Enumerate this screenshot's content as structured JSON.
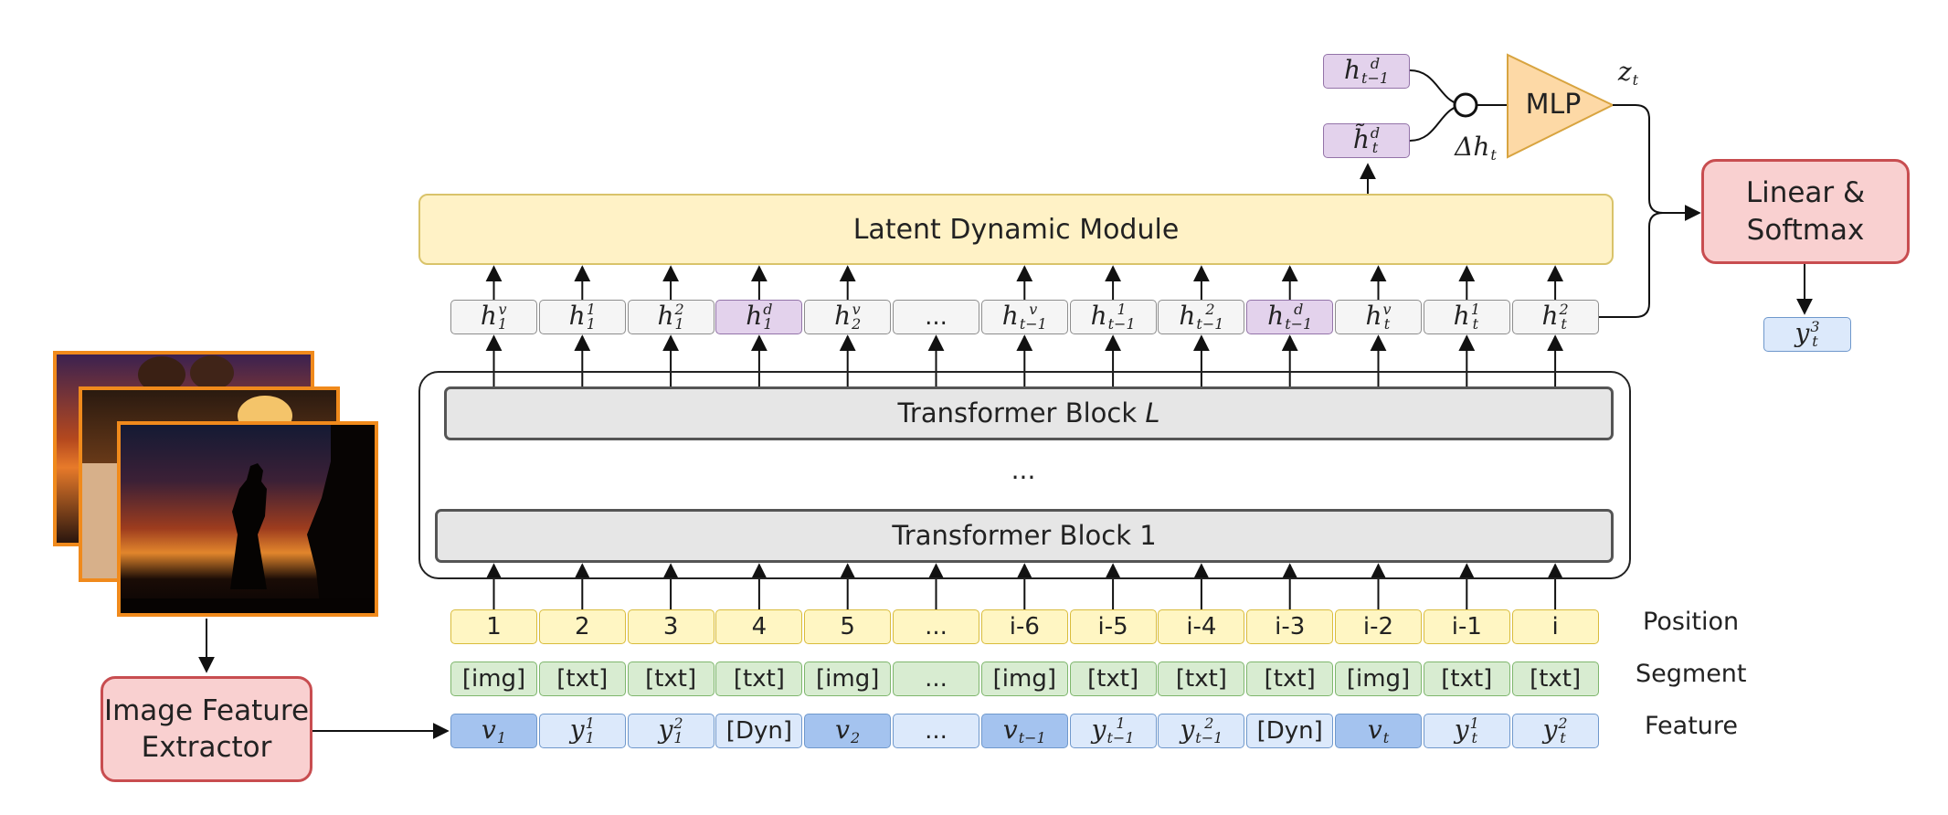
{
  "position_tokens": [
    "1",
    "2",
    "3",
    "4",
    "5",
    "...",
    "i-6",
    "i-5",
    "i-4",
    "i-3",
    "i-2",
    "i-1",
    "i"
  ],
  "segment_tokens": [
    "[img]",
    "[txt]",
    "[txt]",
    "[txt]",
    "[img]",
    "...",
    "[img]",
    "[txt]",
    "[txt]",
    "[txt]",
    "[img]",
    "[txt]",
    "[txt]"
  ],
  "feature_tokens": [
    {
      "base": "v",
      "sub": "1",
      "sup": "",
      "kind": "img"
    },
    {
      "base": "y",
      "sub": "1",
      "sup": "1",
      "kind": "txt"
    },
    {
      "base": "y",
      "sub": "1",
      "sup": "2",
      "kind": "txt"
    },
    {
      "text": "[Dyn]",
      "kind": "dyn"
    },
    {
      "base": "v",
      "sub": "2",
      "sup": "",
      "kind": "img"
    },
    {
      "text": "...",
      "kind": "dots"
    },
    {
      "base": "v",
      "sub": "t−1",
      "sup": "",
      "kind": "img"
    },
    {
      "base": "y",
      "sub": "t−1",
      "sup": "1",
      "kind": "txt"
    },
    {
      "base": "y",
      "sub": "t−1",
      "sup": "2",
      "kind": "txt"
    },
    {
      "text": "[Dyn]",
      "kind": "dyn"
    },
    {
      "base": "v",
      "sub": "t",
      "sup": "",
      "kind": "img"
    },
    {
      "base": "y",
      "sub": "t",
      "sup": "1",
      "kind": "txt"
    },
    {
      "base": "y",
      "sub": "t",
      "sup": "2",
      "kind": "txt"
    }
  ],
  "hidden_tokens": [
    {
      "base": "h",
      "sub": "1",
      "sup": "v",
      "kind": "normal"
    },
    {
      "base": "h",
      "sub": "1",
      "sup": "1",
      "kind": "normal"
    },
    {
      "base": "h",
      "sub": "1",
      "sup": "2",
      "kind": "normal"
    },
    {
      "base": "h",
      "sub": "1",
      "sup": "d",
      "kind": "dyn"
    },
    {
      "base": "h",
      "sub": "2",
      "sup": "v",
      "kind": "normal"
    },
    {
      "text": "...",
      "kind": "dots"
    },
    {
      "base": "h",
      "sub": "t−1",
      "sup": "v",
      "kind": "normal"
    },
    {
      "base": "h",
      "sub": "t−1",
      "sup": "1",
      "kind": "normal"
    },
    {
      "base": "h",
      "sub": "t−1",
      "sup": "2",
      "kind": "normal"
    },
    {
      "base": "h",
      "sub": "t−1",
      "sup": "d",
      "kind": "dyn"
    },
    {
      "base": "h",
      "sub": "t",
      "sup": "v",
      "kind": "normal"
    },
    {
      "base": "h",
      "sub": "t",
      "sup": "1",
      "kind": "normal"
    },
    {
      "base": "h",
      "sub": "t",
      "sup": "2",
      "kind": "normal"
    }
  ],
  "labels": {
    "position": "Position",
    "segment": "Segment",
    "feature": "Feature",
    "transformer_block_L_prefix": "Transformer Block ",
    "transformer_block_L_var": "L",
    "transformer_block_1": "Transformer Block 1",
    "transformer_dots": "...",
    "latent_dynamic_module": "Latent Dynamic Module",
    "image_feature_extractor_line1": "Image Feature",
    "image_feature_extractor_line2": "Extractor",
    "linear_softmax_line1": "Linear &",
    "linear_softmax_line2": "Softmax",
    "mlp": "MLP"
  },
  "dynamic_module": {
    "h_prev": {
      "base": "h",
      "sub": "t−1",
      "sup": "d"
    },
    "h_tilde": {
      "base": "h̃",
      "sub": "t",
      "sup": "d"
    },
    "delta_h": {
      "base": "Δh",
      "sub": "t",
      "sup": ""
    },
    "z": {
      "base": "z",
      "sub": "t",
      "sup": ""
    },
    "output": {
      "base": "y",
      "sub": "t",
      "sup": "3"
    }
  },
  "colors": {
    "position_fill": "#fff6c3",
    "segment_fill": "#d8ecd1",
    "feature_fill": "#dce9fb",
    "feature_img_fill": "#a4c3ef",
    "hidden_fill": "#f5f5f5",
    "hidden_dyn_fill": "#e3d2ec",
    "module_fill": "#fff2c6",
    "red_box_fill": "#f9d0d0",
    "red_box_stroke": "#c84d50",
    "mlp_fill": "#fdd9a6",
    "photo_border": "#f08a1c"
  }
}
